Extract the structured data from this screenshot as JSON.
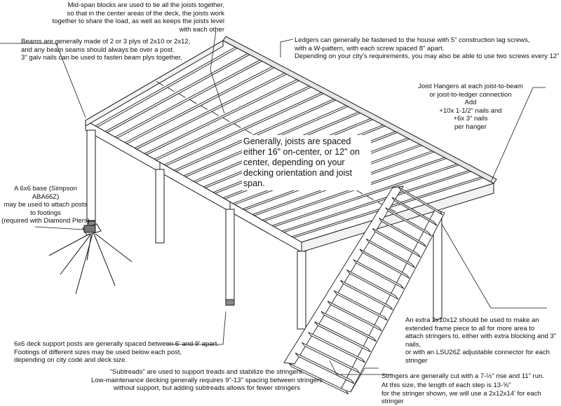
{
  "colors": {
    "line": "#1a1a1a",
    "fill": "#ffffff",
    "shade": "#dcdcdc",
    "hardware": "#888888"
  },
  "annotations": {
    "midspan": "Mid-span blocks are used to tie all the joists together,\nso that in the center areas of the deck, the joists work\ntogether to share the load, as well as keeps the joists level\nwith each other",
    "beams": "Beams are generally made of 2 or 3 plys of 2x10 or 2x12,\nand any beam seams should always be over a post.\n3\" galv nails can be used to fasten beam plys together.",
    "ledgers": "Ledgers can generally be fastened to the house with 5\" construction lag screws,\nwith a W-pattern, with each screw spaced 8\" apart.\nDepending on your city's requirements, you may also be able to use two screws every 12\"",
    "hangers": "Joist Hangers at each joist-to-beam\nor joist-to-ledger connection\nAdd\n+10x 1-1/2\" nails and\n+6x 3\" nails\nper hanger",
    "spacing": "Generally, joists are spaced\neither 16\" on-center, or 12\" on\ncenter, depending on your\ndecking orientation and joist\nspan.",
    "base": "A 6x6 base (Simpson ABA66Z)\nmay be used to attach posts\nto footings\n(required with Diamond Piers)",
    "frame": "An extra 2x10x12 should be used to make an\nextended frame piece to all for more area to\nattach stringers to, either with extra blocking and 3\" nails,\nor with an LSU26Z adjustable connector for each stringer",
    "posts": "6x6 deck support posts are generally spaced between 6' and 9' apart.\nFootings of different sizes may be used below each post,\ndepending on city code and deck size.",
    "subtreads": "\"Subtreads\" are used to support treads and stabilize the stringers.\nLow-maintenance decking generally requires 9\"-13\" spacing between stringers\nwithout support, but adding subtreads allows for fewer stringers",
    "stringers1": "Stringers are generally cut with a 7-½\" rise and 11\" run.",
    "stringers2": "At this size, the length of each step is 13-⅝\"\nfor the stringer shown, we will use a 2x12x14' for each stringer"
  }
}
